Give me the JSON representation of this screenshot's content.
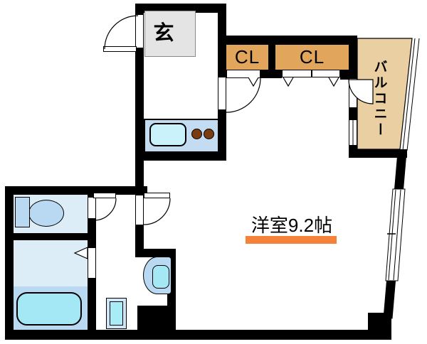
{
  "floorplan": {
    "rooms": {
      "entrance": {
        "label": "玄"
      },
      "closet_left": {
        "label": "CL"
      },
      "closet_right": {
        "label": "CL"
      },
      "balcony": {
        "label": "バルコニー"
      },
      "main_room": {
        "label": "洋室9.2帖"
      }
    },
    "fixtures": [
      "entrance-mat",
      "kitchen-counter",
      "kitchen-sink",
      "stove-burners",
      "toilet",
      "bathtub",
      "washbasin",
      "washing-machine-pan"
    ],
    "colors": {
      "wall": "#000000",
      "closet_fill": "#e2a55c",
      "balcony_fill": "#eacfa2",
      "room_label_underline": "#f5823b",
      "floor_light_blue": "#dcedf8",
      "floor_mid_blue": "#b9d9f2",
      "fixture_cyan": "#a5e8f5",
      "counter_blue": "#c3dcf2",
      "sink_cyan": "#c9f2fa",
      "burner_brown": "#7b3d10",
      "entrance_mat_gray": "#e4e4e4"
    }
  }
}
